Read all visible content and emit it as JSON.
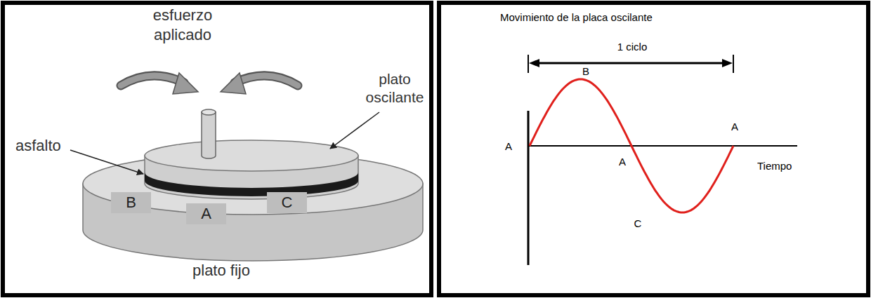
{
  "diagram": {
    "nodes": [
      {
        "text": [
          "B"
        ]
      },
      {
        "text": [
          "A"
        ]
      },
      {
        "text": [
          "C"
        ]
      }
    ],
    "labels": [
      "esfuerzo aplicado",
      "plato oscilante",
      "asfalto",
      "plato fijo",
      "Movimiento de la placa oscilante",
      "1 ciclo",
      "B",
      "A",
      "A",
      "C",
      "A",
      "Tiempo"
    ]
  }
}
